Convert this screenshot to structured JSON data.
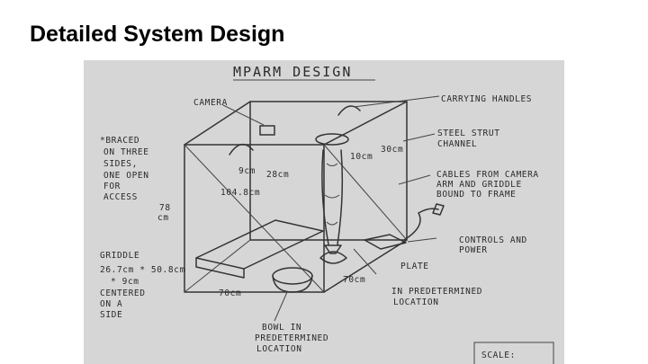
{
  "slide": {
    "title": "Detailed System Design"
  },
  "drawing": {
    "heading": "MPARM DESIGN",
    "labels": {
      "camera": "CAMERA",
      "carrying_handles": "CARRYING HANDLES",
      "steel_strut_1": "STEEL STRUT",
      "steel_strut_2": "CHANNEL",
      "braced_1": "*BRACED",
      "braced_2": "ON THREE",
      "braced_3": "SIDES,",
      "braced_4": "ONE OPEN",
      "braced_5": "FOR",
      "braced_6": "ACCESS",
      "cables_1": "CABLES FROM CAMERA",
      "cables_2": "ARM AND GRIDDLE",
      "cables_3": "BOUND TO FRAME",
      "dim_30": "30cm",
      "dim_10": "10cm",
      "dim_9": "9cm",
      "dim_28": "28cm",
      "dim_104": "104.8cm",
      "dim_78_a": "78",
      "dim_78_b": "cm",
      "controls_1": "CONTROLS AND",
      "controls_2": "POWER",
      "griddle_1": "GRIDDLE",
      "griddle_2": "26.7cm * 50.8cm",
      "griddle_3": "* 9cm",
      "griddle_4": "CENTERED",
      "griddle_5": "ON A",
      "griddle_6": "SIDE",
      "plate_1": "PLATE",
      "plate_2": "IN PREDETERMINED",
      "plate_3": "LOCATION",
      "dim_70_side": "70cm",
      "dim_70_front": "70cm",
      "bowl_1": "BOWL IN",
      "bowl_2": "PREDETERMINED",
      "bowl_3": "LOCATION",
      "scale": "SCALE:"
    }
  }
}
